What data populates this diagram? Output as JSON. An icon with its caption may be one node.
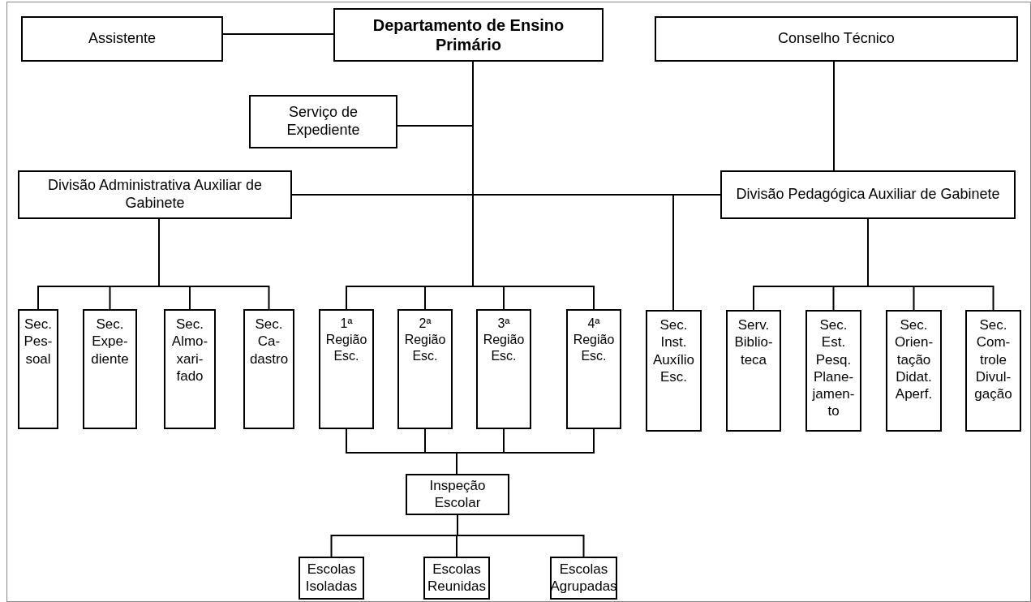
{
  "diagram": {
    "nodes": [
      {
        "text": [
          "Assistente"
        ]
      },
      {
        "text": [
          "Departamento de Ensino Primário"
        ]
      },
      {
        "text": [
          "Conselho Técnico"
        ]
      },
      {
        "text": [
          "Serviço de Expediente"
        ]
      },
      {
        "text": [
          "Divisão Administrativa Auxiliar de Gabinete"
        ]
      },
      {
        "text": [
          "Divisão Pedagógica Auxiliar de Gabinete"
        ]
      },
      {
        "text": [
          "Sec. Pes- soal"
        ]
      },
      {
        "text": [
          "Sec. Expe- diente"
        ]
      },
      {
        "text": [
          "Sec. Almo- xari- fado"
        ]
      },
      {
        "text": [
          "Sec. Ca- dastro"
        ]
      },
      {
        "text": [
          "1ª Região Esc."
        ]
      },
      {
        "text": [
          "2ª Região Esc."
        ]
      },
      {
        "text": [
          "3ª Região Esc."
        ]
      },
      {
        "text": [
          "4ª Região Esc."
        ]
      },
      {
        "text": [
          "Sec. Inst. Auxílio Esc."
        ]
      },
      {
        "text": [
          "Serv. Biblio- teca"
        ]
      },
      {
        "text": [
          "Sec. Est. Pesq. Plane- jamen- to"
        ]
      },
      {
        "text": [
          "Sec. Orien- tação Didat. Aperf."
        ]
      },
      {
        "text": [
          "Sec. Com- trole Divul- gação"
        ]
      },
      {
        "text": [
          "Inspeção Escolar"
        ]
      },
      {
        "text": [
          "Escolas Isoladas"
        ]
      },
      {
        "text": [
          "Escolas Reunidas"
        ]
      },
      {
        "text": [
          "Escolas Agrupadas"
        ]
      }
    ],
    "edges": [
      {
        "from": 1,
        "to": 0,
        "arrow": "none"
      },
      {
        "from": 1,
        "to": 3,
        "arrow": "none"
      },
      {
        "from": 1,
        "to": 4,
        "arrow": "none"
      },
      {
        "from": 1,
        "to": 5,
        "arrow": "none"
      },
      {
        "from": 2,
        "to": 5,
        "arrow": "none"
      },
      {
        "from": 1,
        "to": 10,
        "arrow": "none"
      },
      {
        "from": 1,
        "to": 11,
        "arrow": "none"
      },
      {
        "from": 1,
        "to": 12,
        "arrow": "none"
      },
      {
        "from": 1,
        "to": 13,
        "arrow": "none"
      },
      {
        "from": 1,
        "to": 14,
        "arrow": "none"
      },
      {
        "from": 4,
        "to": 6,
        "arrow": "none"
      },
      {
        "from": 4,
        "to": 7,
        "arrow": "none"
      },
      {
        "from": 4,
        "to": 8,
        "arrow": "none"
      },
      {
        "from": 4,
        "to": 9,
        "arrow": "none"
      },
      {
        "from": 5,
        "to": 15,
        "arrow": "none"
      },
      {
        "from": 5,
        "to": 16,
        "arrow": "none"
      },
      {
        "from": 5,
        "to": 17,
        "arrow": "none"
      },
      {
        "from": 5,
        "to": 18,
        "arrow": "none"
      },
      {
        "from": 10,
        "to": 19,
        "arrow": "none"
      },
      {
        "from": 11,
        "to": 19,
        "arrow": "none"
      },
      {
        "from": 12,
        "to": 19,
        "arrow": "none"
      },
      {
        "from": 13,
        "to": 19,
        "arrow": "none"
      },
      {
        "from": 19,
        "to": 20,
        "arrow": "none"
      },
      {
        "from": 19,
        "to": 21,
        "arrow": "none"
      },
      {
        "from": 19,
        "to": 22,
        "arrow": "none"
      }
    ]
  }
}
